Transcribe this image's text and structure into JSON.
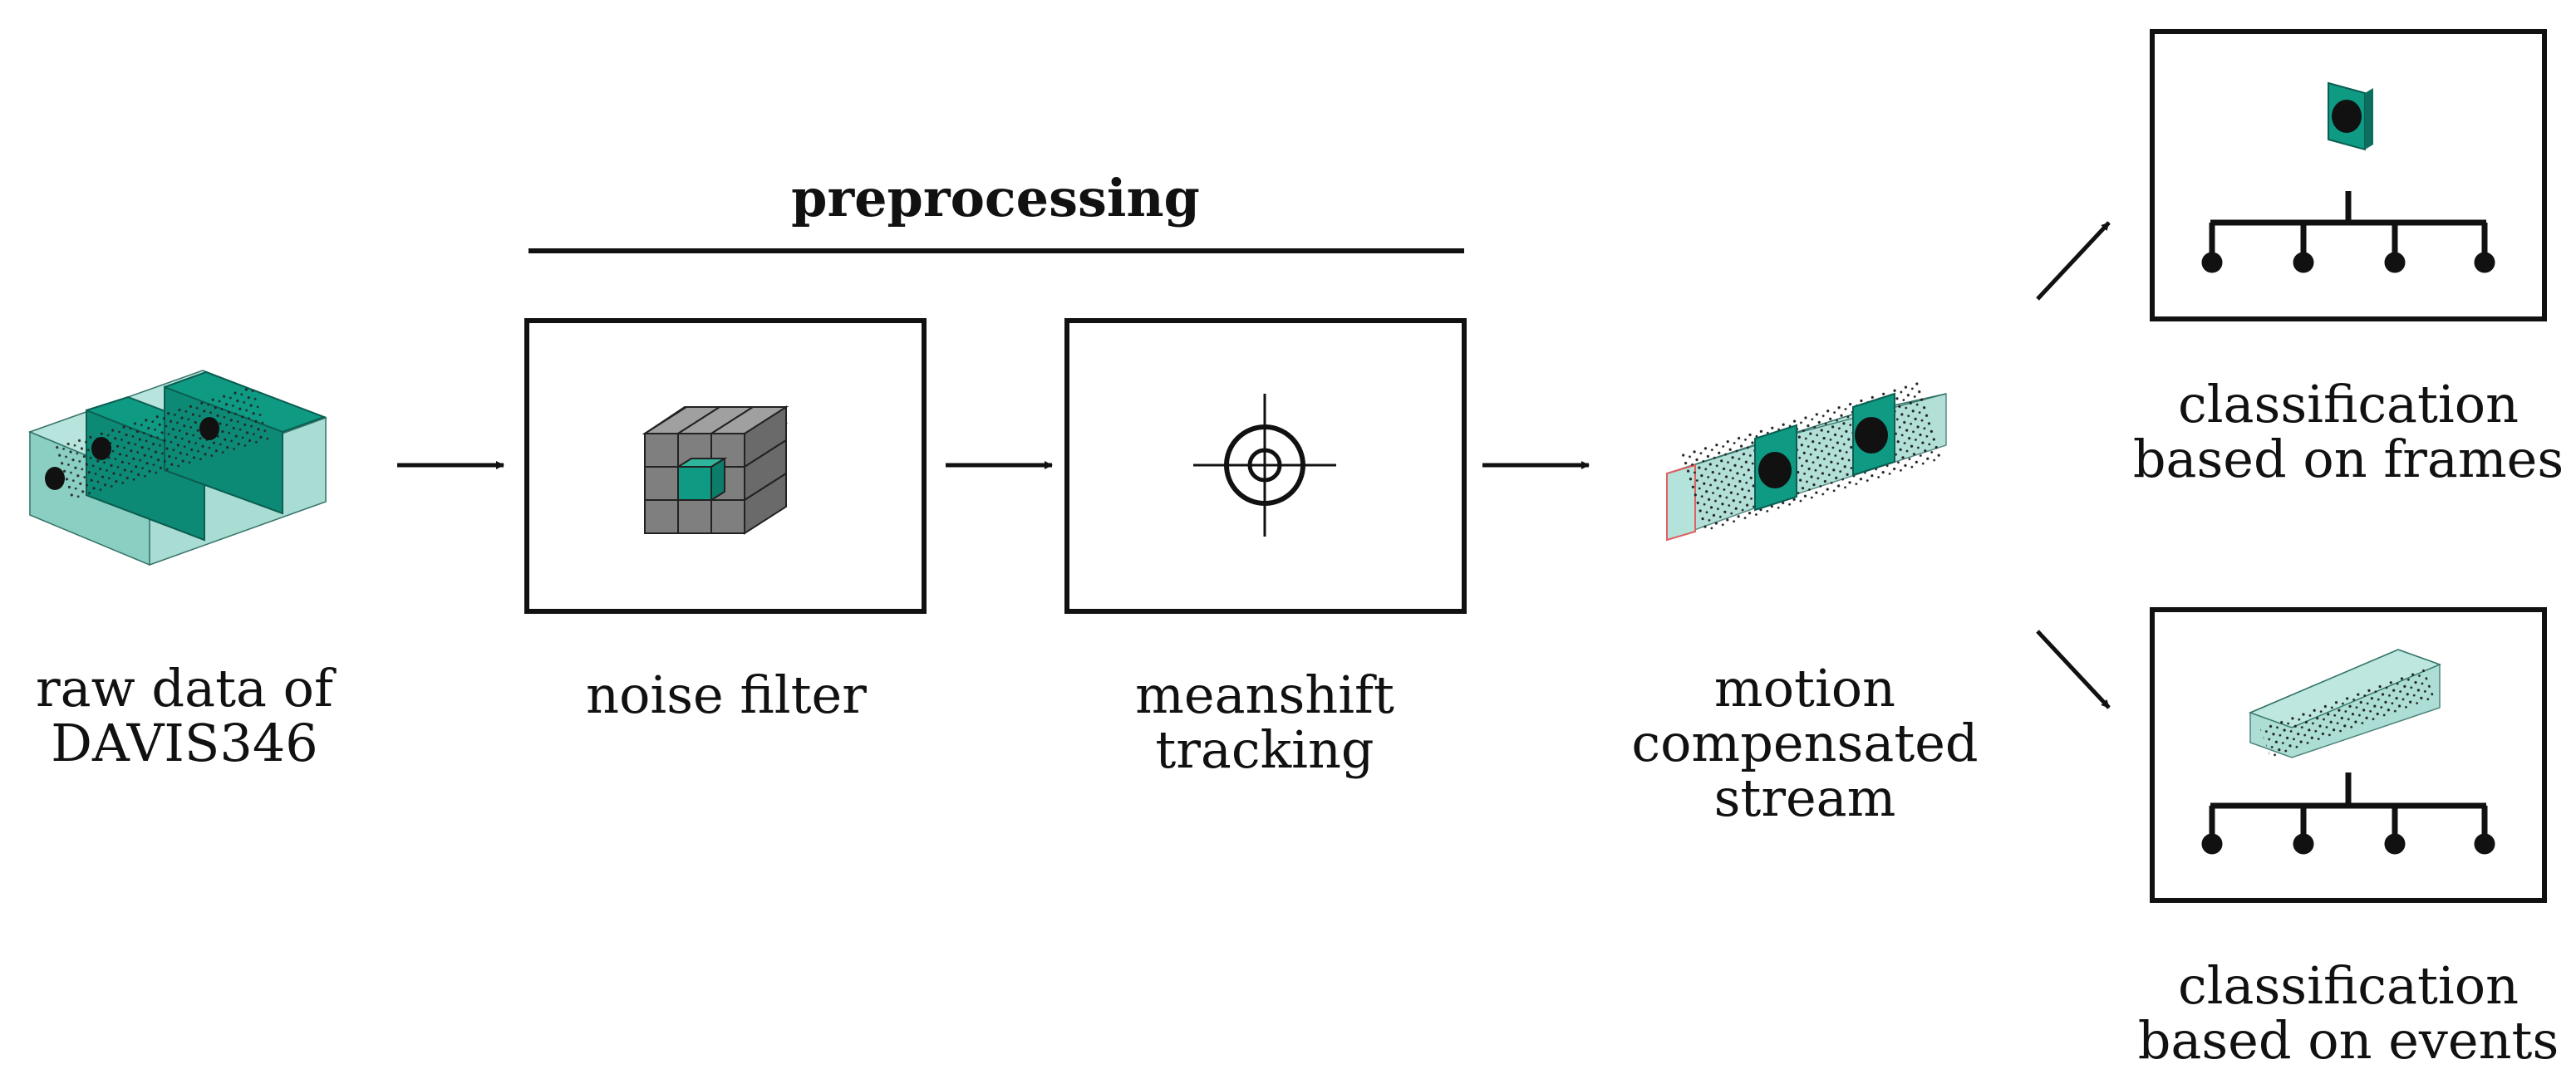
{
  "preprocessing_title": "preprocessing",
  "labels": {
    "raw_data": [
      "raw data of",
      "DAVIS346"
    ],
    "noise_filter": [
      "noise filter"
    ],
    "meanshift": [
      "meanshift",
      "tracking"
    ],
    "motion": [
      "motion",
      "compensated",
      "stream"
    ],
    "class_frames": [
      "classification",
      "based on frames"
    ],
    "class_events": [
      "classification",
      "based on events"
    ]
  },
  "colors": {
    "teal": "#0f9a83",
    "teal_light": "#9fd9cf",
    "gray": "#7f7f7f",
    "black": "#111111",
    "red_edge": "#e06060"
  }
}
